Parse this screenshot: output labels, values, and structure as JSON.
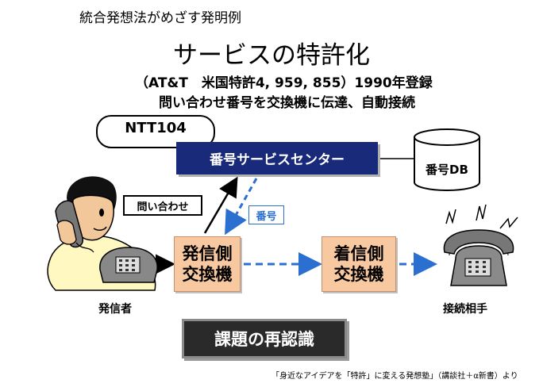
{
  "header_note": "統合発想法がめざす発明例",
  "title": "サービスの特許化",
  "subtitle_line1": "（AT&T　米国特許4, 959, 855）1990年登録",
  "subtitle_line2": "問い合わせ番号を交換機に伝達、自動接続",
  "diagram": {
    "bubble_label": "NTT104",
    "service_center": "番号サービスセンター",
    "database": "番号DB",
    "inquiry_label": "問い合わせ",
    "number_label": "番号",
    "originating_exchange": [
      "発信側",
      "交換機"
    ],
    "terminating_exchange": [
      "着信側",
      "交換機"
    ],
    "caller": "発信者",
    "callee": "接続相手"
  },
  "rethink_button": "課題の再認識",
  "source_note": "「身近なアイデアを「特許」に変える発想塾」（講談社＋α新書）より",
  "colors": {
    "service_center_bg": "#1a2a7a",
    "exchange_bg": "#f8c8a0",
    "dashed_arrow": "#2b6fd1",
    "rethink_bg": "#2a2a2a"
  }
}
